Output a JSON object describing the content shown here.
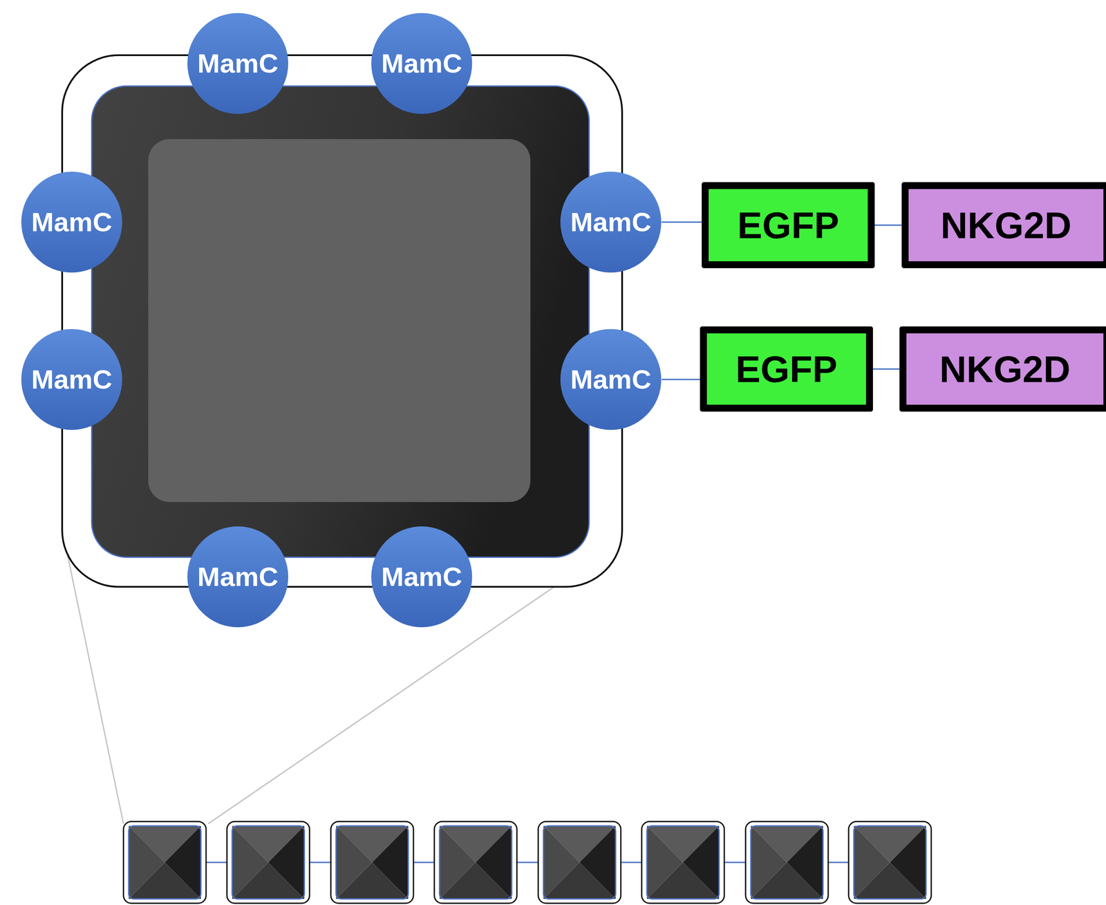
{
  "diagram": {
    "nodes": [
      {
        "text": [
          "MamC"
        ]
      },
      {
        "text": [
          "MamC"
        ]
      },
      {
        "text": [
          "MamC"
        ]
      },
      {
        "text": [
          "MamC"
        ]
      },
      {
        "text": [
          "EGFP"
        ]
      },
      {
        "text": [
          "NKG2D"
        ]
      },
      {
        "text": [
          "MamC"
        ]
      },
      {
        "text": [
          "MamC"
        ]
      },
      {
        "text": [
          "EGFP"
        ]
      },
      {
        "text": [
          "NKG2D"
        ]
      },
      {
        "text": [
          "MamC"
        ]
      },
      {
        "text": [
          "MamC"
        ]
      }
    ],
    "edges": [
      {
        "from": 3,
        "to": 4,
        "arrow": "none"
      },
      {
        "from": 4,
        "to": 5,
        "arrow": "none"
      },
      {
        "from": 7,
        "to": 8,
        "arrow": "none"
      },
      {
        "from": 8,
        "to": 9,
        "arrow": "none"
      }
    ]
  }
}
